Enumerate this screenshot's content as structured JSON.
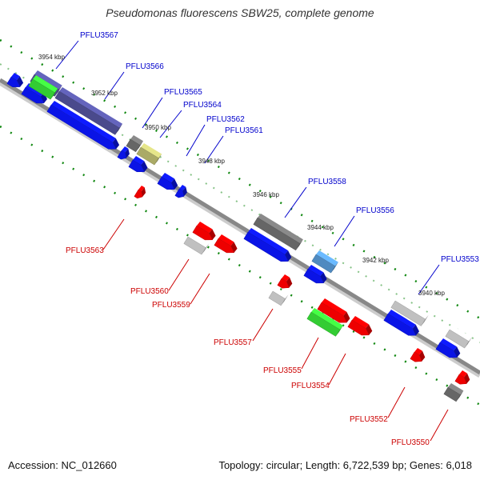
{
  "title": "Pseudomonas fluorescens SBW25, complete genome",
  "footer": {
    "accession": "Accession: NC_012660",
    "summary": "Topology: circular; Length: 6,722,539 bp; Genes: 6,018"
  },
  "colors": {
    "blue": "#0a14e6",
    "red": "#ee0000",
    "purple": "#4a4a8c",
    "green": "#33cc33",
    "olive": "#aaaa66",
    "steel": "#4f8ac0",
    "dark": "#666666",
    "lightgray": "#c0c0c0",
    "label_top": "#0000cc",
    "label_bottom": "#cc0000",
    "tick": "#118811",
    "backbone": "#888888"
  },
  "kbp_ticks": [
    "3954 kbp",
    "3952 kbp",
    "3950 kbp",
    "3948 kbp",
    "3946 kbp",
    "3944 kbp",
    "3942 kbp",
    "3940 kbp"
  ],
  "labels_top": [
    "PFLU3567",
    "PFLU3566",
    "PFLU3565",
    "PFLU3564",
    "PFLU3562",
    "PFLU3561",
    "PFLU3558",
    "PFLU3556",
    "PFLU3553"
  ],
  "labels_bottom": [
    "PFLU3563",
    "PFLU3560",
    "PFLU3559",
    "PFLU3557",
    "PFLU3555",
    "PFLU3554",
    "PFLU3552",
    "PFLU3550"
  ]
}
